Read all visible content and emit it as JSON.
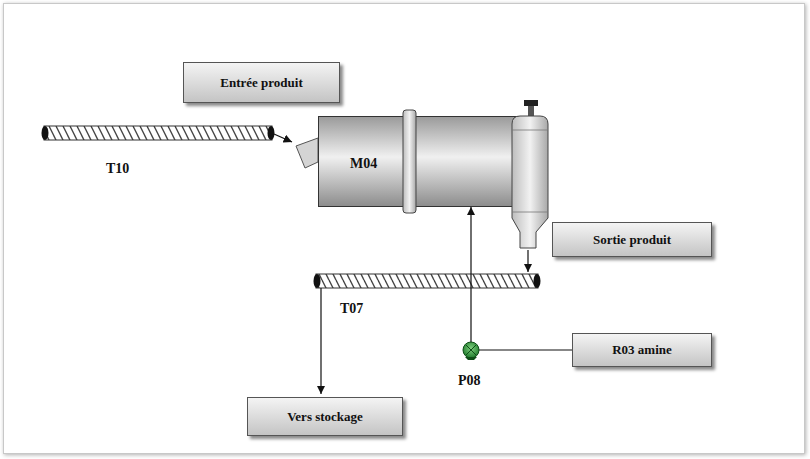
{
  "diagram": {
    "nodes": [
      {
        "text": [
          "Entrée produit"
        ]
      },
      {
        "text": [
          "M04"
        ]
      },
      {
        "text": [
          "Sortie produit"
        ]
      },
      {
        "text": [
          "R03 amine"
        ]
      },
      {
        "text": [
          "Vers stockage"
        ]
      }
    ],
    "edges": [
      {
        "from": 3,
        "to": 1,
        "arrow": "to"
      }
    ],
    "labels": [
      "T10",
      "T07",
      "P08"
    ]
  }
}
